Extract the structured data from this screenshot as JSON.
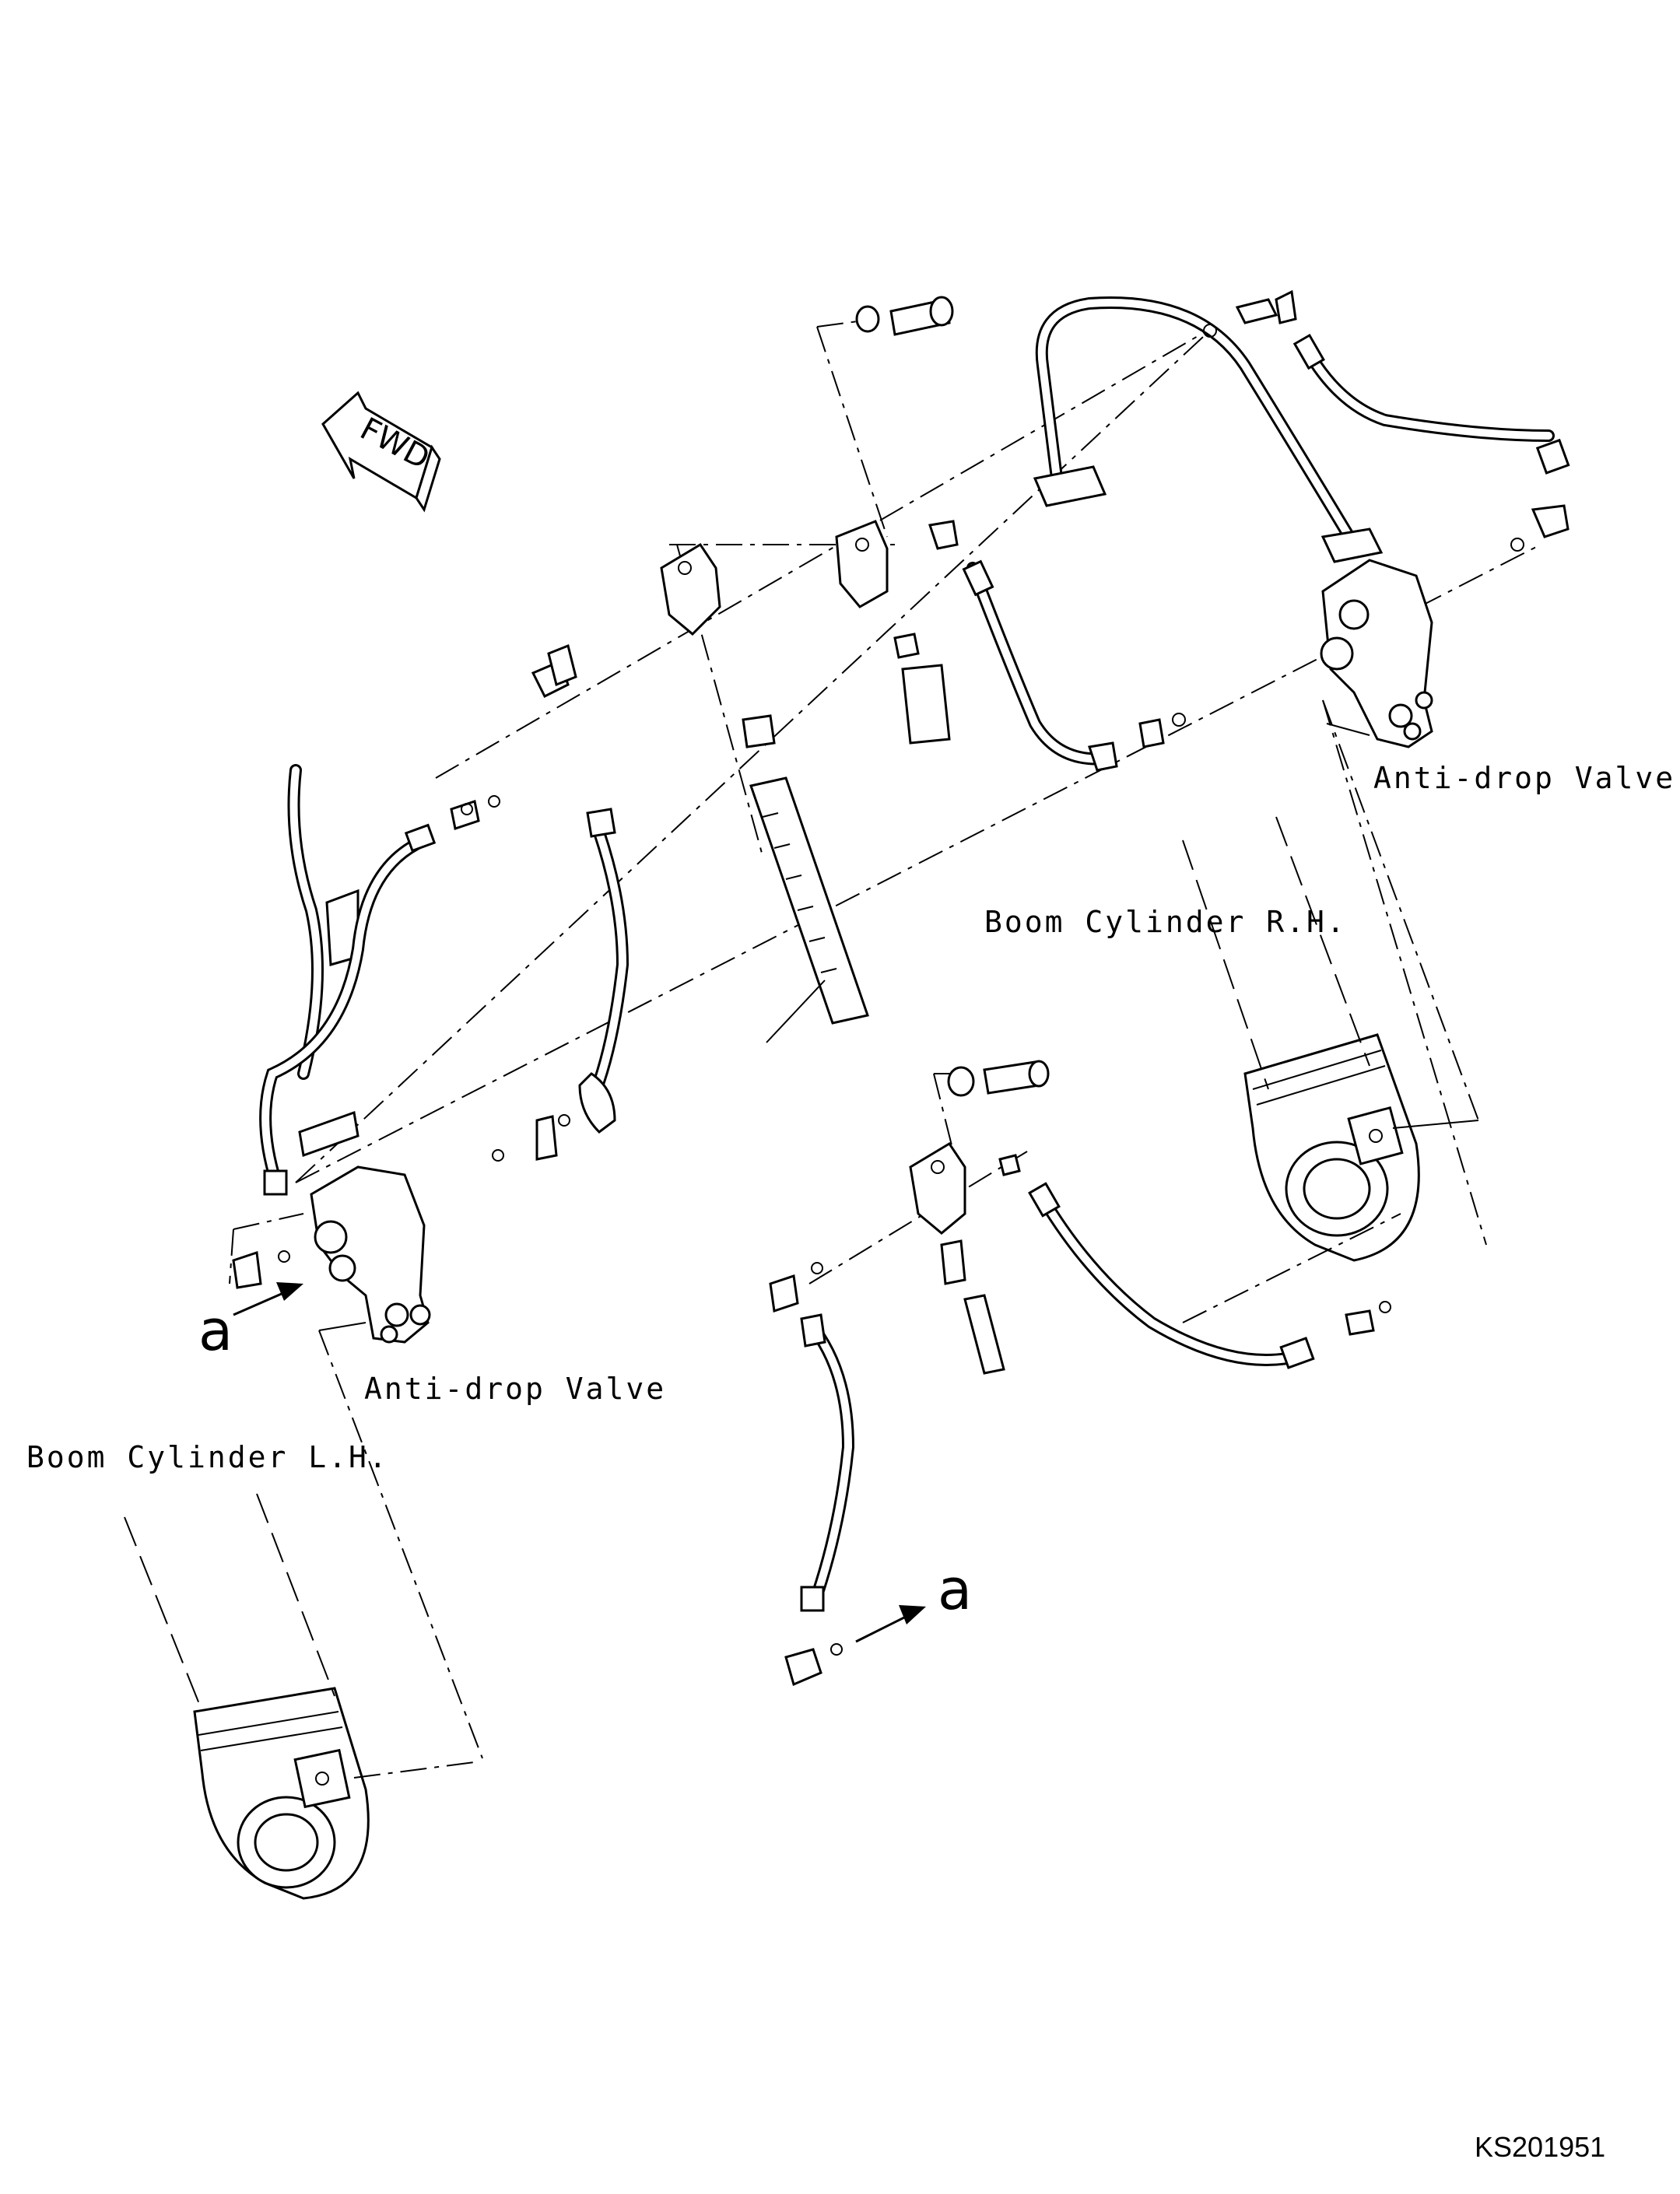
{
  "labels": {
    "anti_drop_valve_rh": "Anti-drop Valve",
    "boom_cylinder_rh": "Boom Cylinder R.H.",
    "anti_drop_valve_lh": "Anti-drop Valve",
    "boom_cylinder_lh": "Boom Cylinder L.H.",
    "view_marker_left": "a",
    "view_marker_right": "a",
    "direction": "FWD",
    "drawing_code": "KS201951"
  }
}
